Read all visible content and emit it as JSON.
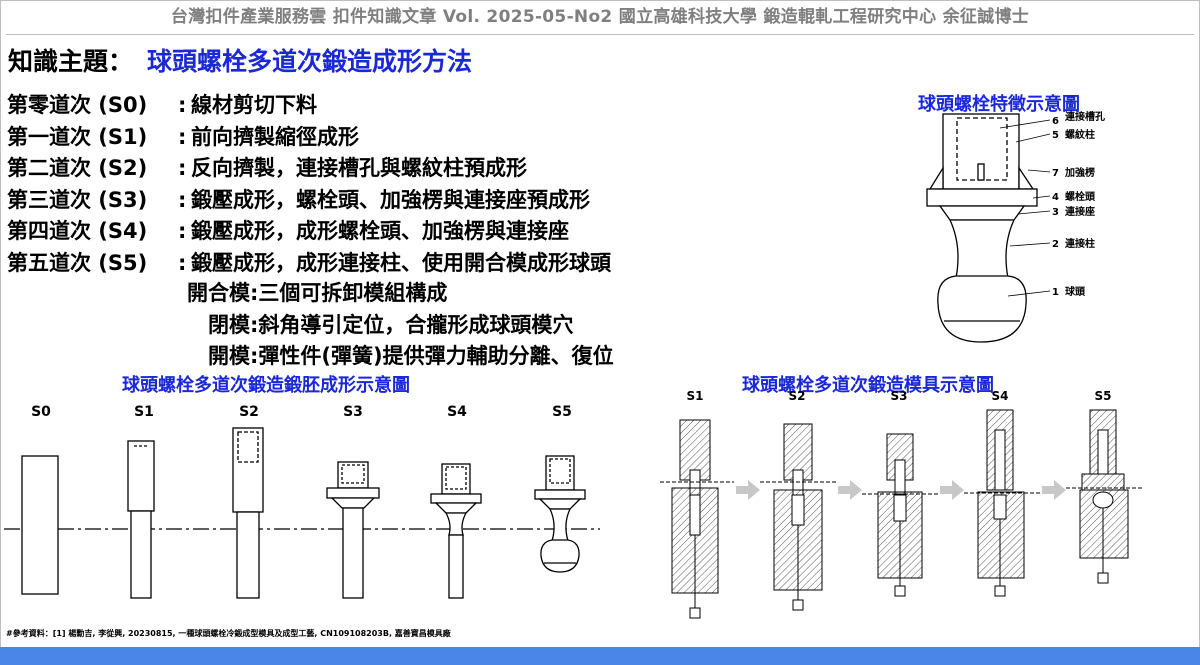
{
  "header": {
    "text": "台灣扣件產業服務雲  扣件知識文章  Vol. 2025-05-No2  國立高雄科技大學  鍛造輥軋工程研究中心  余征誠博士"
  },
  "topic": {
    "label": "知識主題：",
    "title": "球頭螺栓多道次鍛造成形方法"
  },
  "steps": [
    {
      "stage": "第零道次 (S0)",
      "desc": "線材剪切下料"
    },
    {
      "stage": "第一道次 (S1)",
      "desc": "前向擠製縮徑成形"
    },
    {
      "stage": "第二道次 (S2)",
      "desc": "反向擠製，連接槽孔與螺紋柱預成形"
    },
    {
      "stage": "第三道次 (S3)",
      "desc": "鍛壓成形，螺栓頭、加強楞與連接座預成形"
    },
    {
      "stage": "第四道次 (S4)",
      "desc": "鍛壓成形，成形螺栓頭、加強楞與連接座"
    },
    {
      "stage": "第五道次 (S5)",
      "desc": "鍛壓成形，成形連接柱、使用開合模成形球頭"
    }
  ],
  "separator": ":",
  "subitems": [
    {
      "label": "開合模",
      "desc": "三個可拆卸模組構成"
    },
    {
      "label": "閉模",
      "desc": "斜角導引定位，合攏形成球頭模穴"
    },
    {
      "label": "開模",
      "desc": "彈性件(彈簧)提供彈力輔助分離、復位"
    }
  ],
  "feature_diagram": {
    "title": "球頭螺栓特徵示意圖",
    "callouts": [
      {
        "num": "6",
        "label": "連接槽孔"
      },
      {
        "num": "5",
        "label": "螺紋柱"
      },
      {
        "num": "7",
        "label": "加強楞"
      },
      {
        "num": "4",
        "label": "螺栓頭"
      },
      {
        "num": "3",
        "label": "連接座"
      },
      {
        "num": "2",
        "label": "連接柱"
      },
      {
        "num": "1",
        "label": "球頭"
      }
    ]
  },
  "preform_diagram": {
    "title": "球頭螺栓多道次鍛造鍛胚成形示意圖",
    "stages": [
      "S0",
      "S1",
      "S2",
      "S3",
      "S4",
      "S5"
    ]
  },
  "die_diagram": {
    "title": "球頭螺栓多道次鍛造模具示意圖",
    "stages": [
      "S1",
      "S2",
      "S3",
      "S4",
      "S5"
    ]
  },
  "reference": "#參考資料：[1] 楊勳吉, 李從興, 20230815, 一種球頭螺栓冷鍛成型模具及成型工藝, CN109108203B, 嘉善寶昌模具廠",
  "colors": {
    "accent": "#1a28d8",
    "header_gray": "#7f7f7f",
    "footer_bar": "#4a86e8",
    "arrow_gray": "#c8c8c8"
  }
}
